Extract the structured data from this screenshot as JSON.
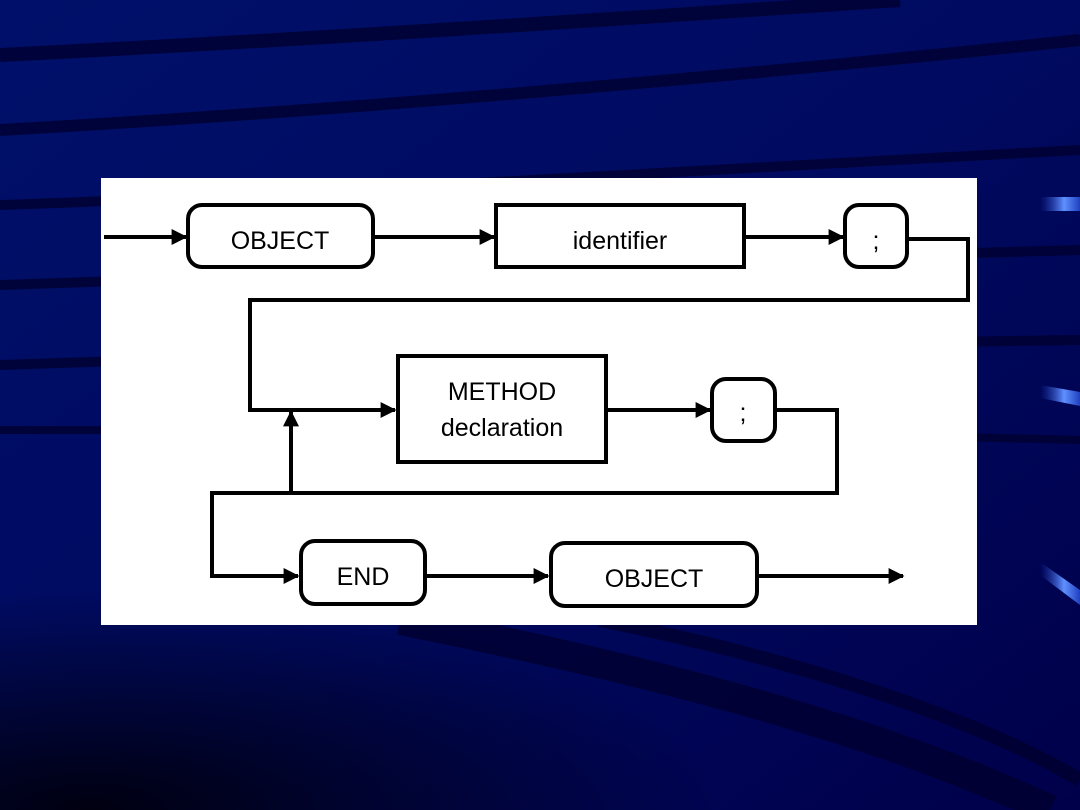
{
  "diagram": {
    "nodes": {
      "object_start": "OBJECT",
      "identifier": "identifier",
      "semicolon_1": ";",
      "method_line1": "METHOD",
      "method_line2": "declaration",
      "semicolon_2": ";",
      "end": "END",
      "object_end": "OBJECT"
    }
  },
  "colors": {
    "background": "#000066",
    "panel": "#ffffff",
    "stroke": "#000000"
  }
}
